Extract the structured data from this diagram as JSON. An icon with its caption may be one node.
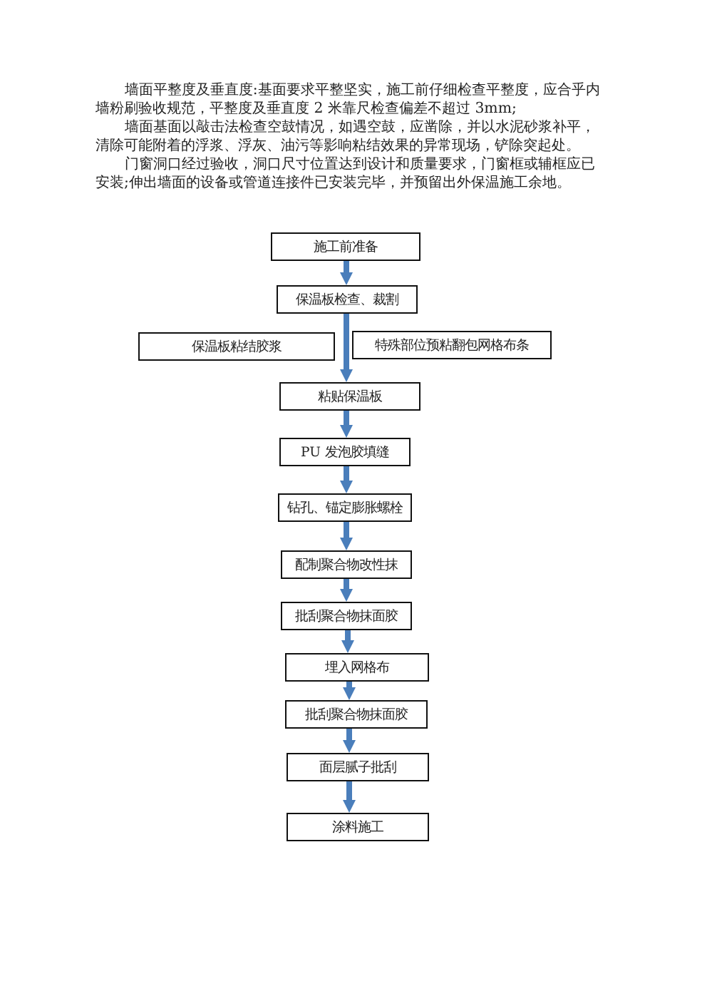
{
  "diagram": {
    "nodes": [
      {
        "text": [
          "施工前准备"
        ]
      },
      {
        "text": [
          "保温板检查、裁割"
        ]
      },
      {
        "text": [
          "保温板粘结胶浆"
        ]
      },
      {
        "text": [
          "特殊部位预粘翻包网格布条"
        ]
      },
      {
        "text": [
          "粘贴保温板"
        ]
      },
      {
        "text": [
          "PU 发泡胶填缝"
        ]
      },
      {
        "text": [
          "钻孔、锚定膨胀螺栓"
        ]
      },
      {
        "text": [
          "配制聚合物改性抹"
        ]
      },
      {
        "text": [
          "批刮聚合物抹面胶"
        ]
      },
      {
        "text": [
          "埋入网格布"
        ]
      },
      {
        "text": [
          "批刮聚合物抹面胶"
        ]
      },
      {
        "text": [
          "面层腻子批刮"
        ]
      },
      {
        "text": [
          "涂料施工"
        ]
      }
    ],
    "edges": [
      {
        "from": 0,
        "to": 1,
        "arrow": "to"
      },
      {
        "from": 1,
        "to": 4,
        "arrow": "to"
      },
      {
        "from": 4,
        "to": 5,
        "arrow": "to"
      },
      {
        "from": 5,
        "to": 6,
        "arrow": "to"
      },
      {
        "from": 6,
        "to": 7,
        "arrow": "to"
      },
      {
        "from": 7,
        "to": 8,
        "arrow": "to"
      },
      {
        "from": 8,
        "to": 9,
        "arrow": "to"
      },
      {
        "from": 9,
        "to": 10,
        "arrow": "to"
      },
      {
        "from": 10,
        "to": 11,
        "arrow": "to"
      },
      {
        "from": 11,
        "to": 12,
        "arrow": "to"
      }
    ],
    "labels": [
      "墙面平整度及垂直度:基面要求平整坚实，施工前仔细检查平整度，应合乎内墙粉刷验收规范，平整度及垂直度 2 米靠尺检查偏差不超过 3mm;",
      "墙面基面以敲击法检查空鼓情况，如遇空鼓，应凿除，并以水泥砂浆补平，清除可能附着的浮浆、浮灰、油污等影响粘结效果的异常现场，铲除突起处。",
      "门窗洞口经过验收，洞口尺寸位置达到设计和质量要求，门窗框或辅框应已安装;伸出墙面的设备或管道连接件已安装完毕，并预留出外保温施工余地。"
    ]
  }
}
